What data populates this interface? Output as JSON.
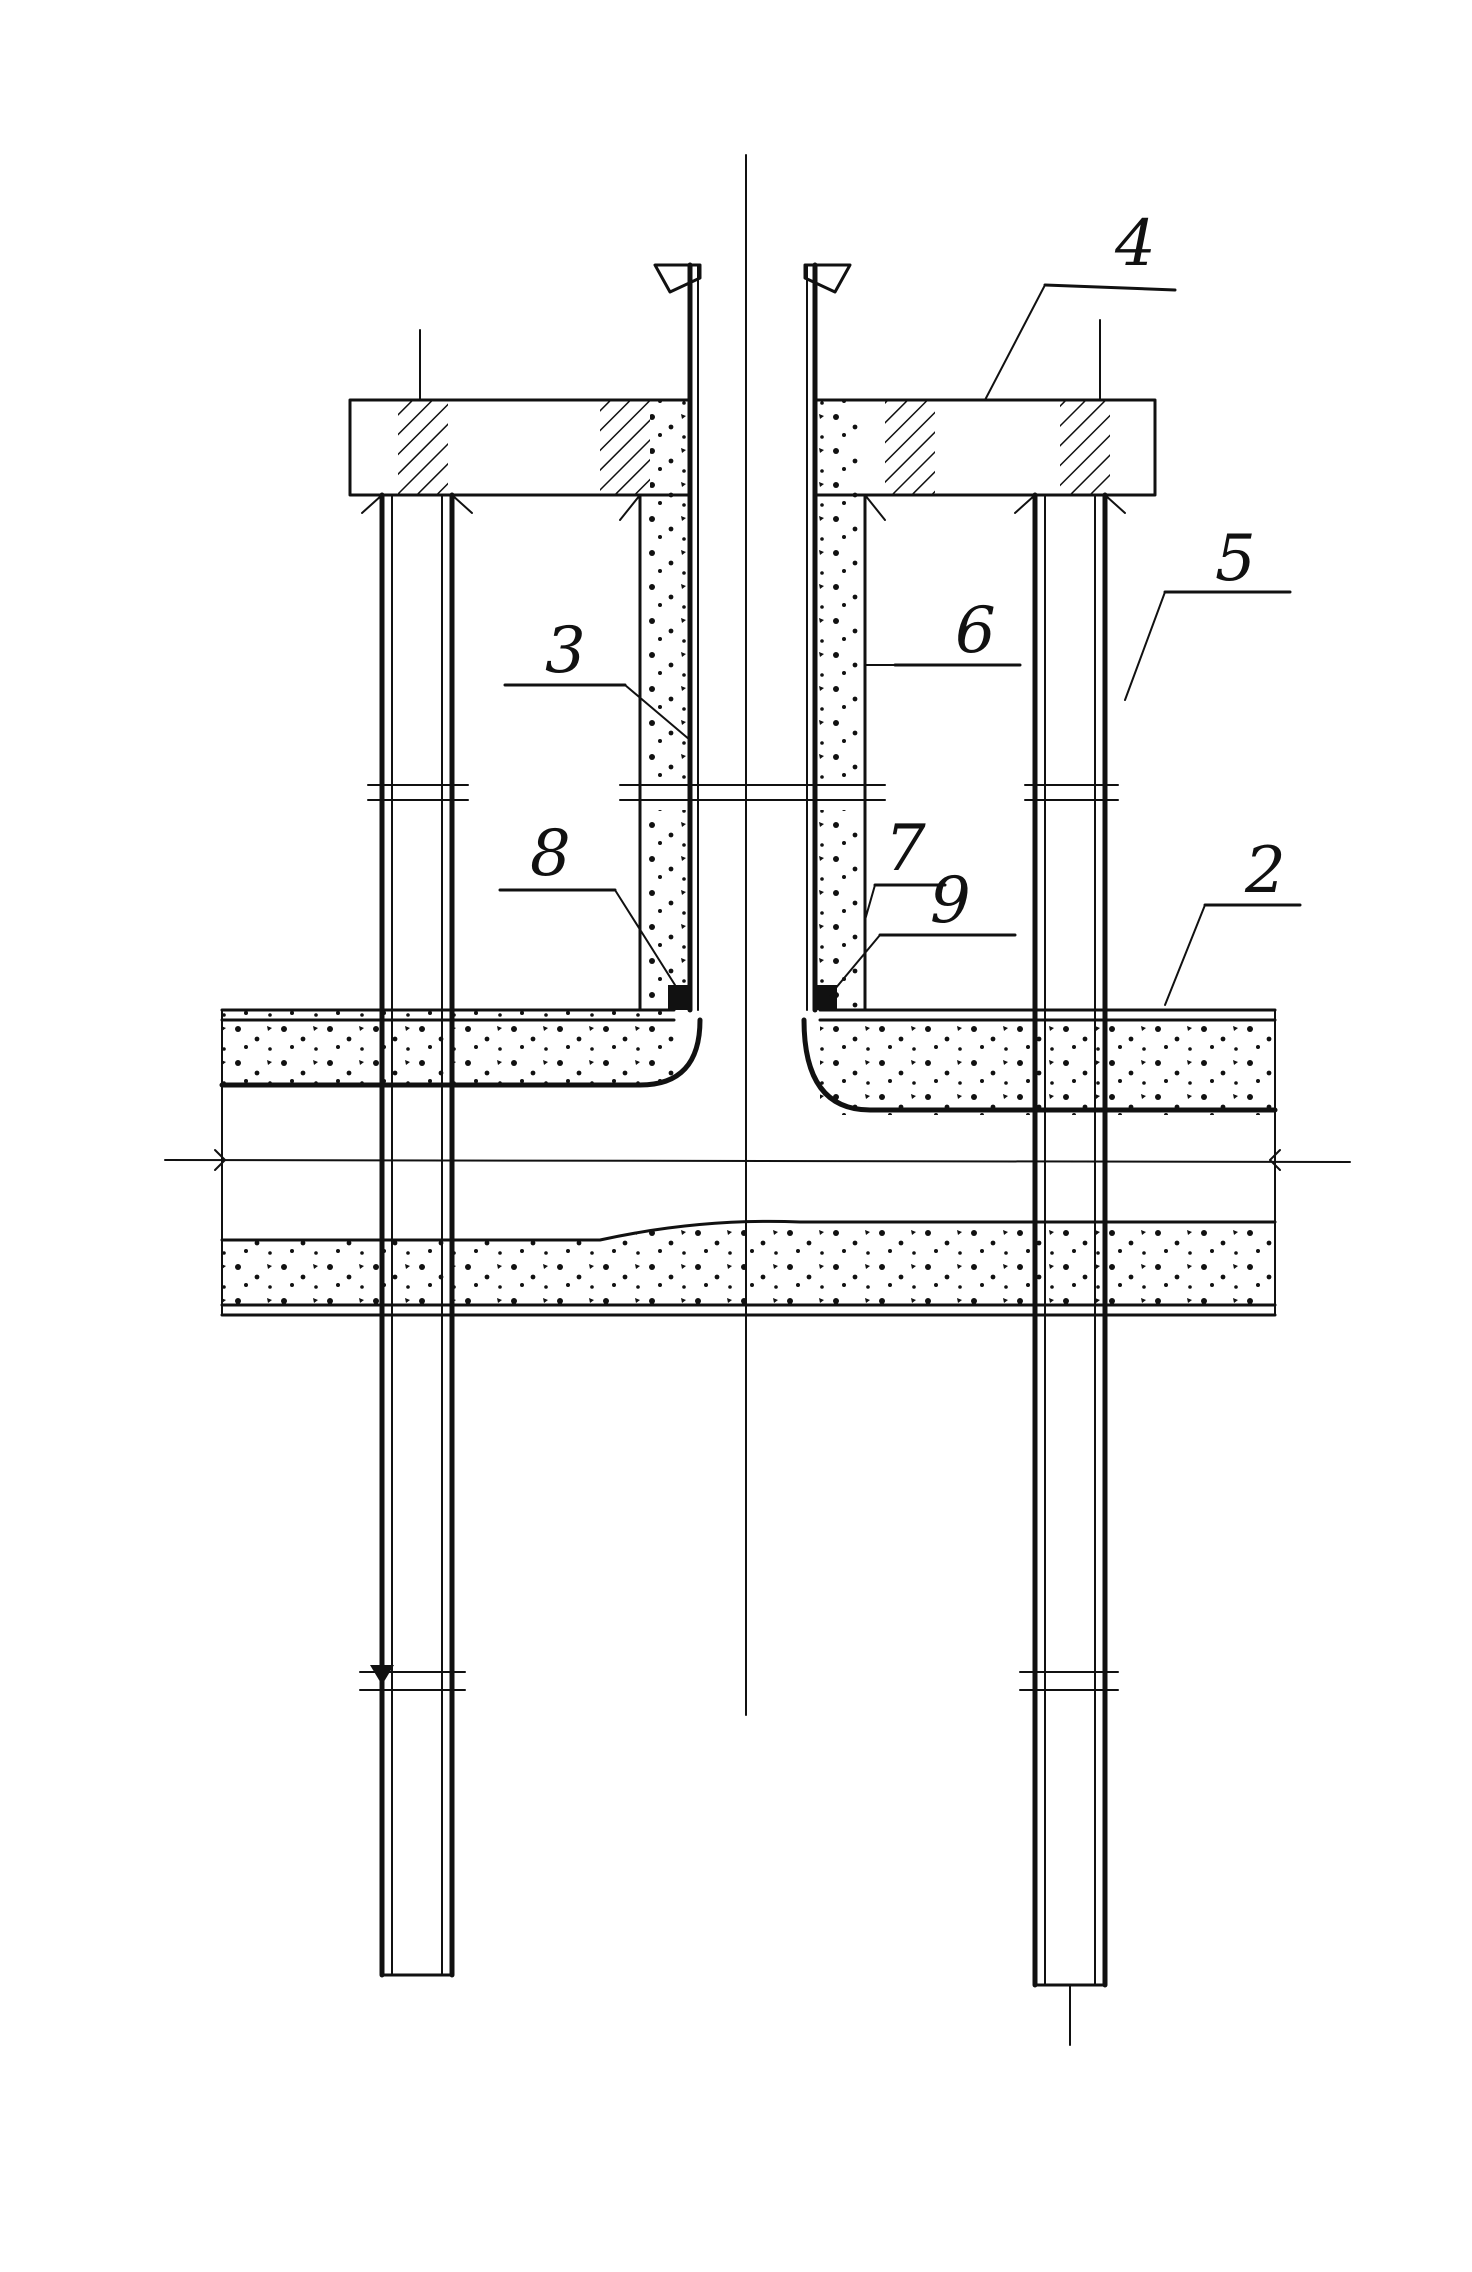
{
  "figure": {
    "callouts": [
      {
        "id": "4",
        "text": "4"
      },
      {
        "id": "5",
        "text": "5"
      },
      {
        "id": "3",
        "text": "3"
      },
      {
        "id": "6",
        "text": "6"
      },
      {
        "id": "7",
        "text": "7"
      },
      {
        "id": "2",
        "text": "2"
      },
      {
        "id": "8",
        "text": "8"
      },
      {
        "id": "9",
        "text": "9"
      }
    ],
    "colors": {
      "ink": "#111111",
      "paper": "#ffffff"
    }
  }
}
